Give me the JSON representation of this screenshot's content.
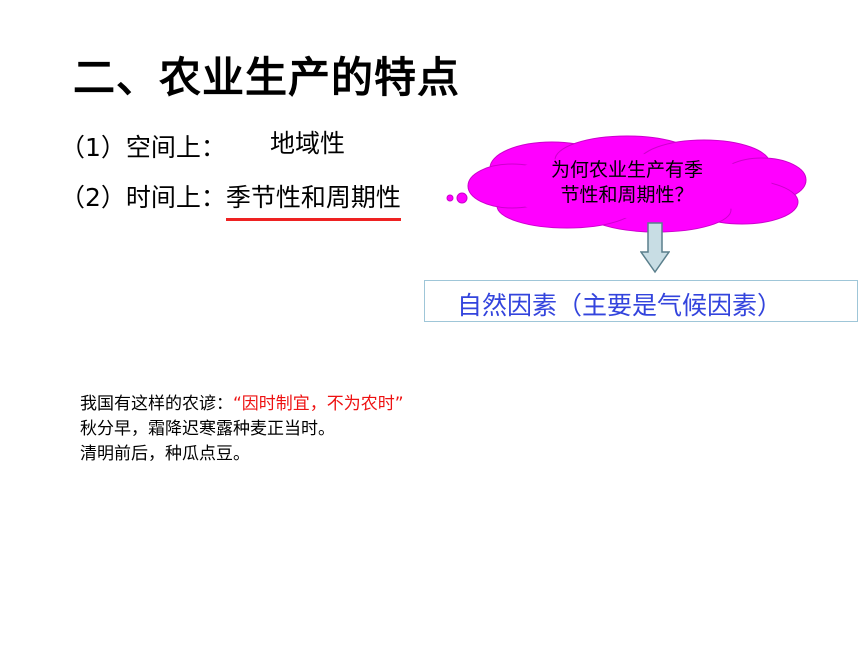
{
  "title": "二、农业生产的特点",
  "features": [
    {
      "label": "（1）空间上：",
      "value": "地域性"
    },
    {
      "label": "（2）时间上：",
      "value": "季节性和周期性"
    }
  ],
  "callout": {
    "line1": "为何农业生产有季",
    "line2": "节性和周期性？"
  },
  "answer": "自然因素（主要是气候因素）",
  "proverbs": {
    "intro": "我国有这样的农谚：",
    "quote": "“因时制宜，不为农时”",
    "lines": [
      "秋分早，霜降迟寒露种麦正当时。",
      "清明前后，种瓜点豆。"
    ]
  },
  "colors": {
    "underline": "#ee2222",
    "callout_fill": "#ff00ff",
    "answer_text": "#3344dd",
    "quote_text": "#ee1111",
    "arrow_fill": "#c8dde4",
    "arrow_stroke": "#5a7f8c"
  }
}
